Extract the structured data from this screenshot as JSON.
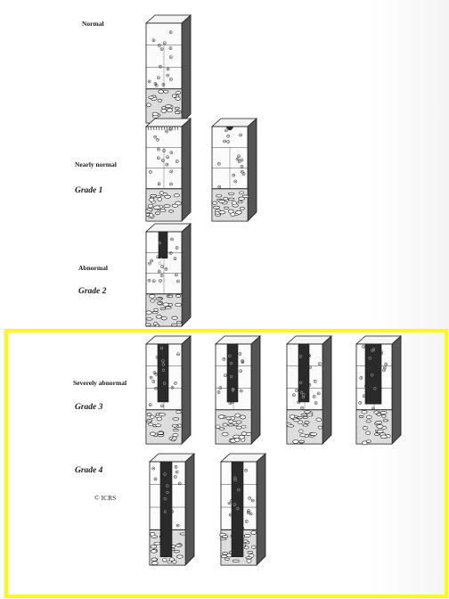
{
  "labels": {
    "normal": "Normal",
    "nearly_normal": "Nearly normal",
    "grade1": "Grade 1",
    "abnormal": "Abnormal",
    "grade2": "Grade 2",
    "severely_abnormal": "Severely abnormal",
    "grade3": "Grade 3",
    "grade4": "Grade 4",
    "copyright": "© ICRS"
  },
  "colors": {
    "highlight": "#ffff00",
    "ink": "#1a1a1a",
    "paper": "#ffffff"
  },
  "blocks": [
    {
      "id": "normal",
      "defect": "none"
    },
    {
      "id": "grade1-a",
      "defect": "surface-fibrillation"
    },
    {
      "id": "grade1-b",
      "defect": "surface-fissure"
    },
    {
      "id": "grade2",
      "defect": "partial-depth"
    },
    {
      "id": "grade3-a",
      "defect": "deep"
    },
    {
      "id": "grade3-b",
      "defect": "deep"
    },
    {
      "id": "grade3-c",
      "defect": "deep"
    },
    {
      "id": "grade3-d",
      "defect": "deep-wide"
    },
    {
      "id": "grade4-a",
      "defect": "full-thickness"
    },
    {
      "id": "grade4-b",
      "defect": "full-thickness"
    }
  ]
}
